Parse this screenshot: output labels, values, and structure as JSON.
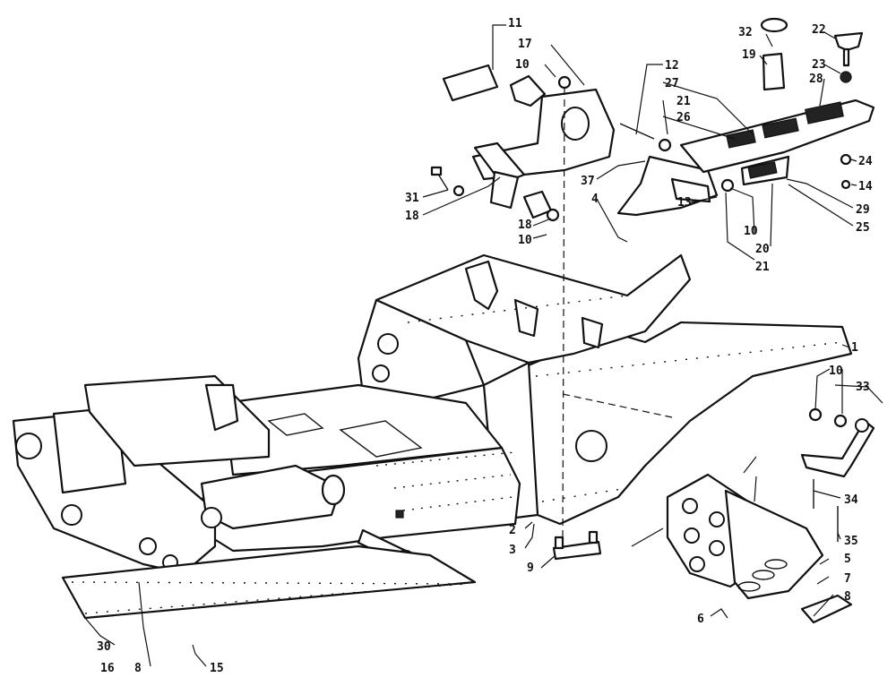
{
  "callouts": {
    "c1": "1",
    "c2": "2",
    "c3": "3",
    "c4": "4",
    "c5": "5",
    "c6": "6",
    "c7": "7",
    "c8a": "8",
    "c8b": "8",
    "c9": "9",
    "c10a": "10",
    "c10b": "10",
    "c10c": "10",
    "c10d": "10",
    "c11": "11",
    "c12": "12",
    "c13": "13",
    "c14": "14",
    "c15": "15",
    "c16": "16",
    "c17": "17",
    "c18a": "18",
    "c18b": "18",
    "c19": "19",
    "c20": "20",
    "c21a": "21",
    "c21b": "21",
    "c22": "22",
    "c23": "23",
    "c24": "24",
    "c25": "25",
    "c26": "26",
    "c27": "27",
    "c28": "28",
    "c29": "29",
    "c30": "30",
    "c31": "31",
    "c32": "32",
    "c33": "33",
    "c34": "34",
    "c35": "35",
    "c37": "37"
  }
}
